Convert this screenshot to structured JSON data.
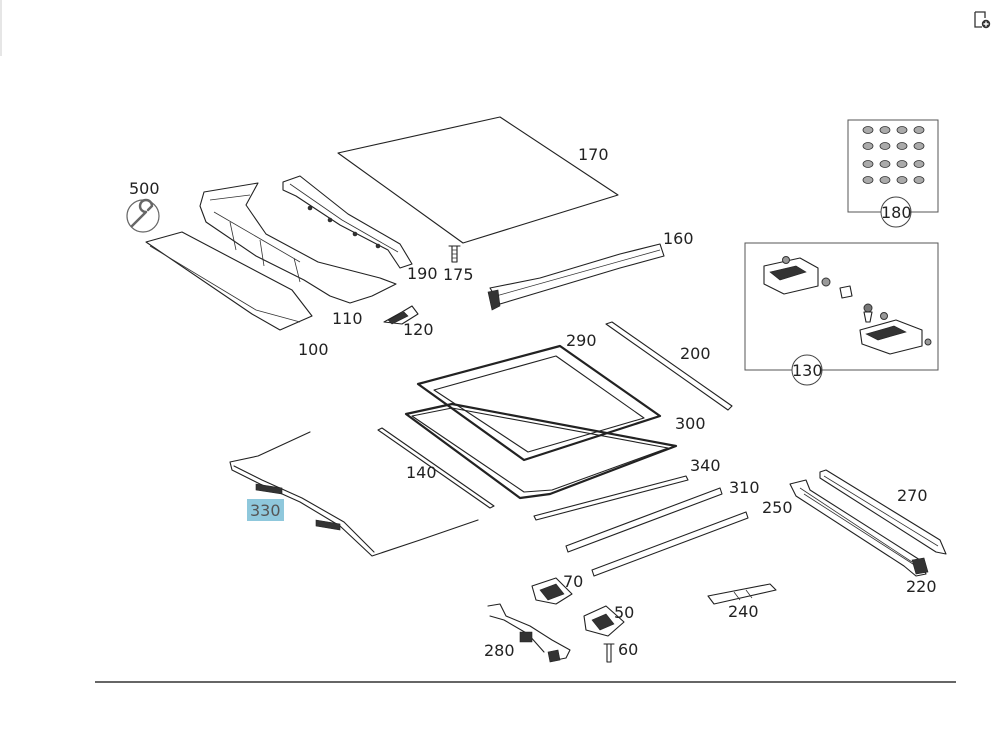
{
  "labels": {
    "l500": "500",
    "l170": "170",
    "l180": "180",
    "l160": "160",
    "l190": "190",
    "l175": "175",
    "l110": "110",
    "l120": "120",
    "l100": "100",
    "l290": "290",
    "l200": "200",
    "l130": "130",
    "l300": "300",
    "l140": "140",
    "l340": "340",
    "l310": "310",
    "l250": "250",
    "l270": "270",
    "l330": "330",
    "l220": "220",
    "l70": "70",
    "l50": "50",
    "l240": "240",
    "l280": "280",
    "l60": "60"
  },
  "selected_part": "330",
  "colors": {
    "highlight": "#8fc8dc",
    "line": "#222222"
  },
  "icons": {
    "corner_tool": "note-add-icon",
    "service": "wrench-icon"
  }
}
